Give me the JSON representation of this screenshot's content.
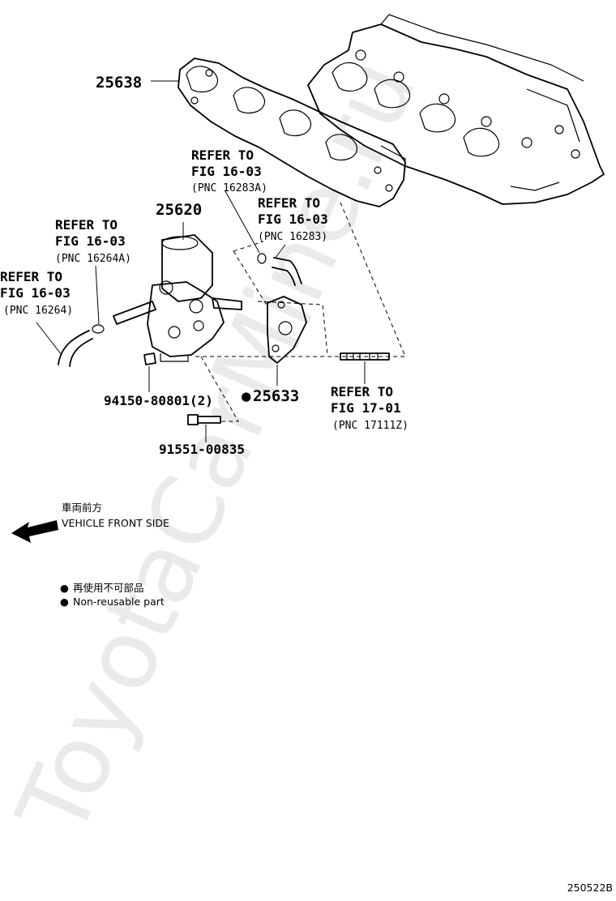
{
  "diagram": {
    "parts": {
      "manifold_gasket": "25638",
      "egr_valve": "25620",
      "egr_gasket": "25633",
      "nut": "94150-80801(2)",
      "bolt": "91551-00835"
    },
    "non_reusable_marker": "●",
    "refs": {
      "r1": {
        "line1": "REFER TO",
        "line2": "FIG 16-03",
        "pnc": "(PNC 16283A)"
      },
      "r2": {
        "line1": "REFER TO",
        "line2": "FIG 16-03",
        "pnc": "(PNC 16283)"
      },
      "r3": {
        "line1": "REFER TO",
        "line2": "FIG 16-03",
        "pnc": "(PNC 16264A)"
      },
      "r4": {
        "line1": "REFER TO",
        "line2": "FIG 16-03",
        "pnc": "(PNC 16264)"
      },
      "r5": {
        "line1": "REFER TO",
        "line2": "FIG 17-01",
        "pnc": "(PNC 17111Z)"
      }
    },
    "vehicle_front": {
      "jp": "車両前方",
      "en": "VEHICLE FRONT SIDE"
    },
    "legend": {
      "jp": "再使用不可部品",
      "en": "Non-reusable part",
      "bullet": "●"
    },
    "watermark": "ToyotaCarMine.ru",
    "figure_id": "250522B"
  }
}
